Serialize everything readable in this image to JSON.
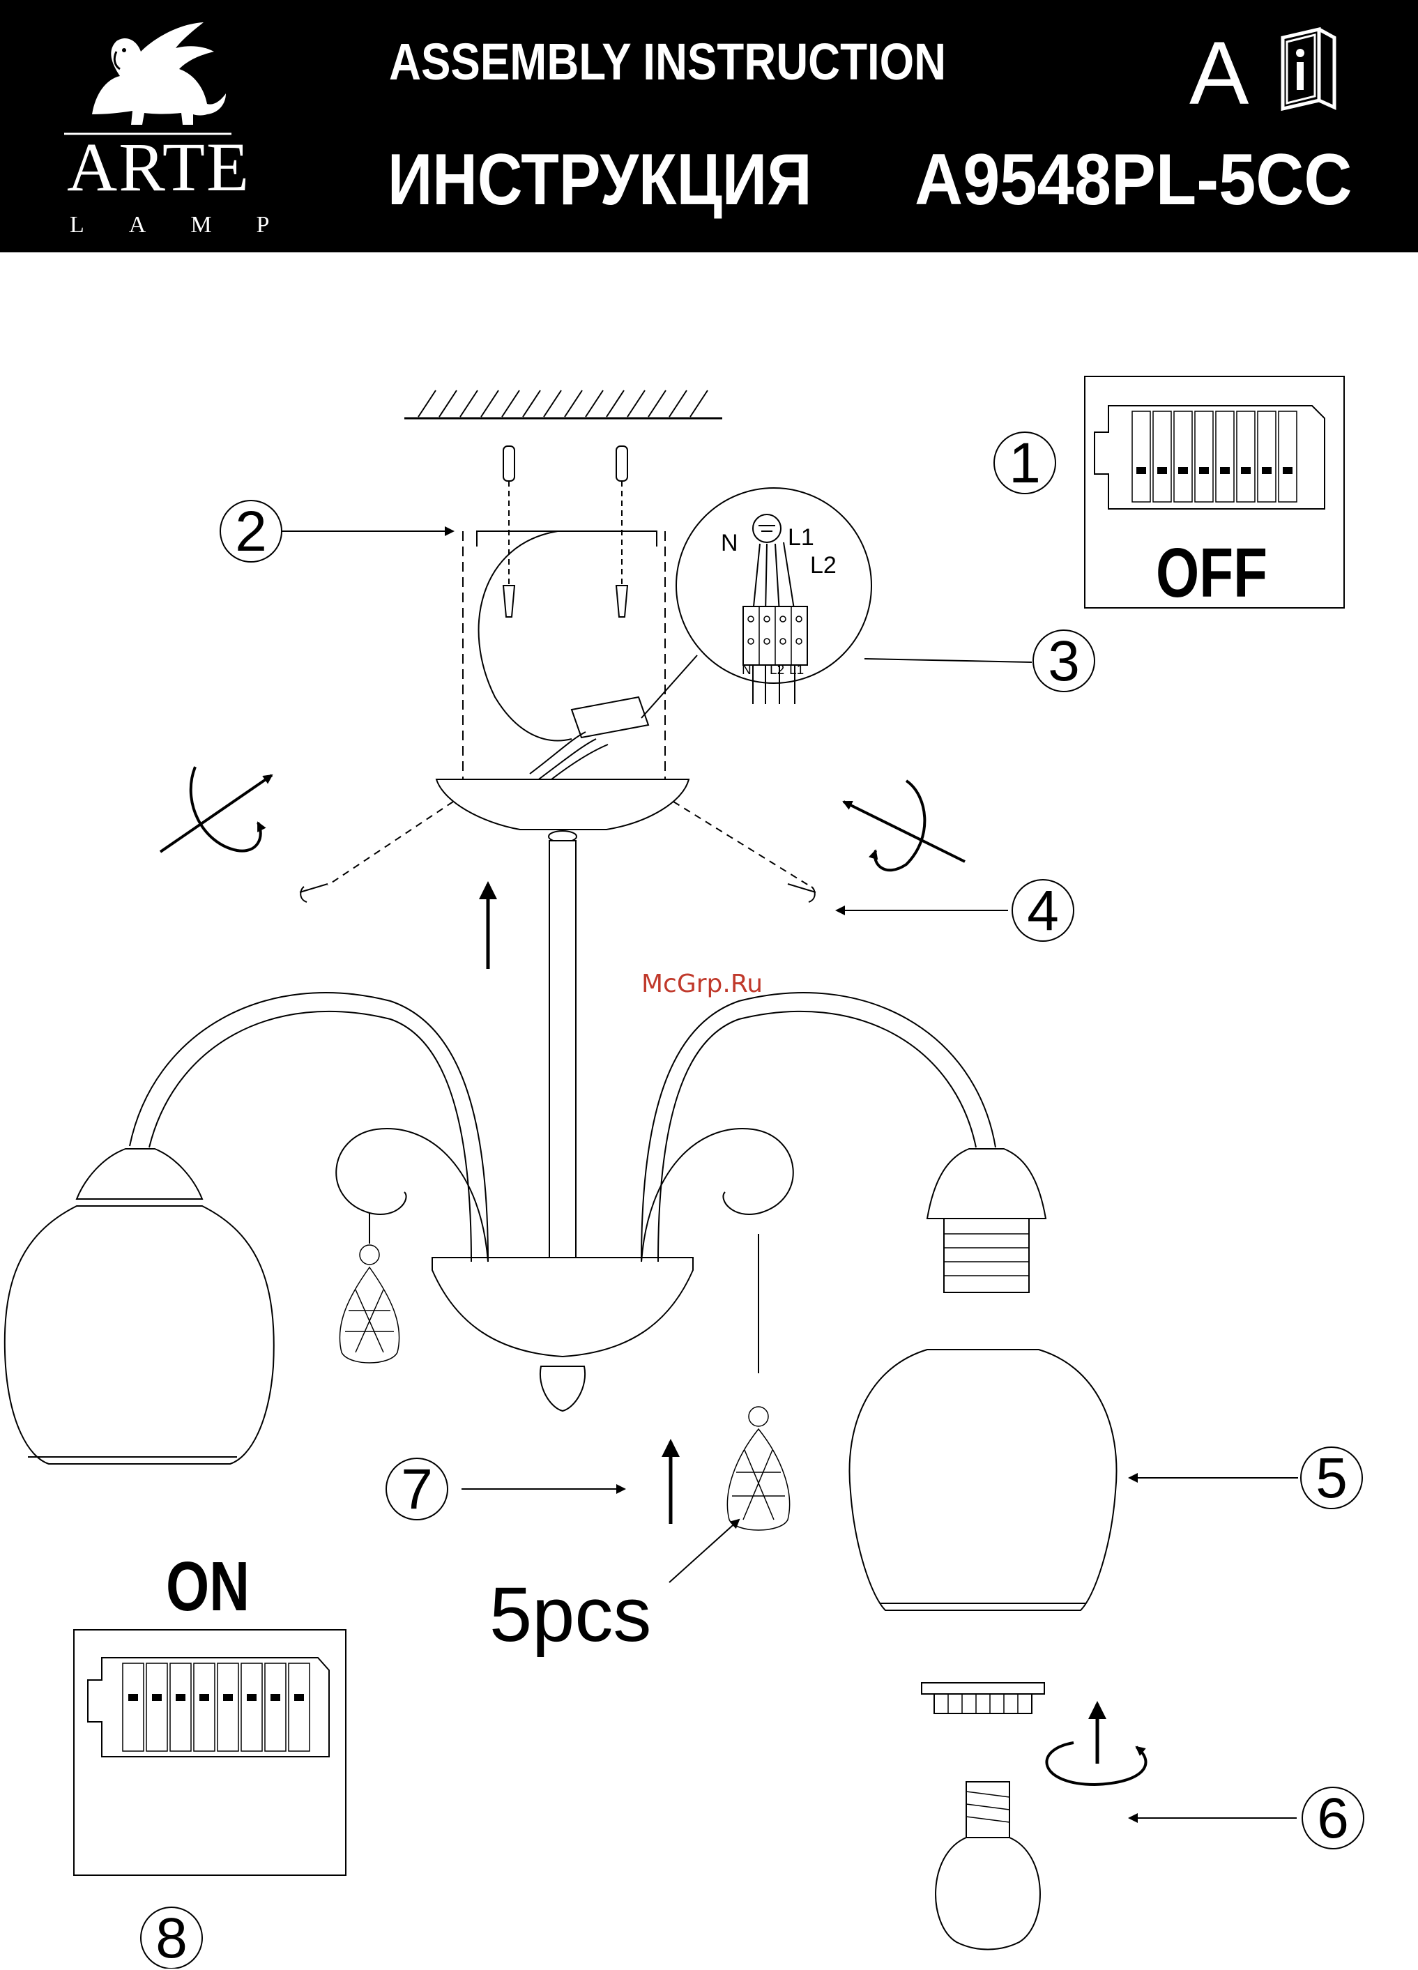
{
  "header": {
    "title_en": "ASSEMBLY INSTRUCTION",
    "title_ru": "ИНСТРУКЦИЯ",
    "model": "A9548PL-5CC",
    "language_letter": "A",
    "info_icon": "info-book-icon",
    "brand": {
      "name": "ARTE",
      "sub": "LAMP",
      "logo_icon": "winged-lion-icon"
    }
  },
  "steps": [
    "1",
    "2",
    "3",
    "4",
    "5",
    "6",
    "7",
    "8"
  ],
  "power": {
    "off_label": "OFF",
    "on_label": "ON"
  },
  "wiring": {
    "wires": [
      "N",
      "L1",
      "L2"
    ],
    "terminals": [
      "N",
      "L2",
      "L1"
    ],
    "ground_icon": "ground-symbol-icon"
  },
  "quantity_label": "5pcs",
  "watermark": "McGrp.Ru",
  "colors": {
    "header_bg": "#000000",
    "header_text": "#ffffff",
    "line": "#000000",
    "watermark": "#c0392b"
  }
}
